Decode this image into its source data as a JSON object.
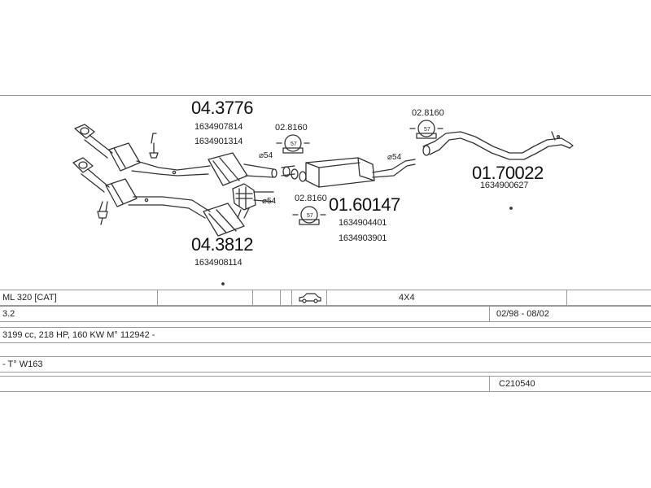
{
  "diagram": {
    "parts": [
      {
        "id": "front_cat_upper",
        "number": "04.3776",
        "oem": [
          "1634907814",
          "1634901314"
        ]
      },
      {
        "id": "front_cat_lower",
        "number": "04.3812",
        "oem": [
          "1634908114"
        ]
      },
      {
        "id": "middle_silencer",
        "number": "01.60147",
        "oem": [
          "1634904401",
          "1634903901"
        ]
      },
      {
        "id": "rear_silencer",
        "number": "01.70022",
        "oem": [
          "1634900627"
        ]
      }
    ],
    "clamps": [
      {
        "number": "02.8160",
        "size": "57"
      },
      {
        "number": "02.8160",
        "size": "57"
      },
      {
        "number": "02.8160",
        "size": "57"
      }
    ],
    "diameters": [
      "⌀54",
      "⌀54",
      "⌀54"
    ],
    "icons": [
      "oxygen-sensor-icon",
      "exhaust-clamp-icon",
      "car-icon"
    ],
    "colors": {
      "line": "#333333",
      "border": "#9a9a9a"
    }
  },
  "vehicle": {
    "model": "ML 320  [CAT]",
    "drive": "4X4",
    "engine": "3.2",
    "years": "02/98 - 08/02",
    "specs": "3199 cc, 218 HP, 160 KW M° 112942 -",
    "type": "- T° W163",
    "code": "C210540"
  }
}
